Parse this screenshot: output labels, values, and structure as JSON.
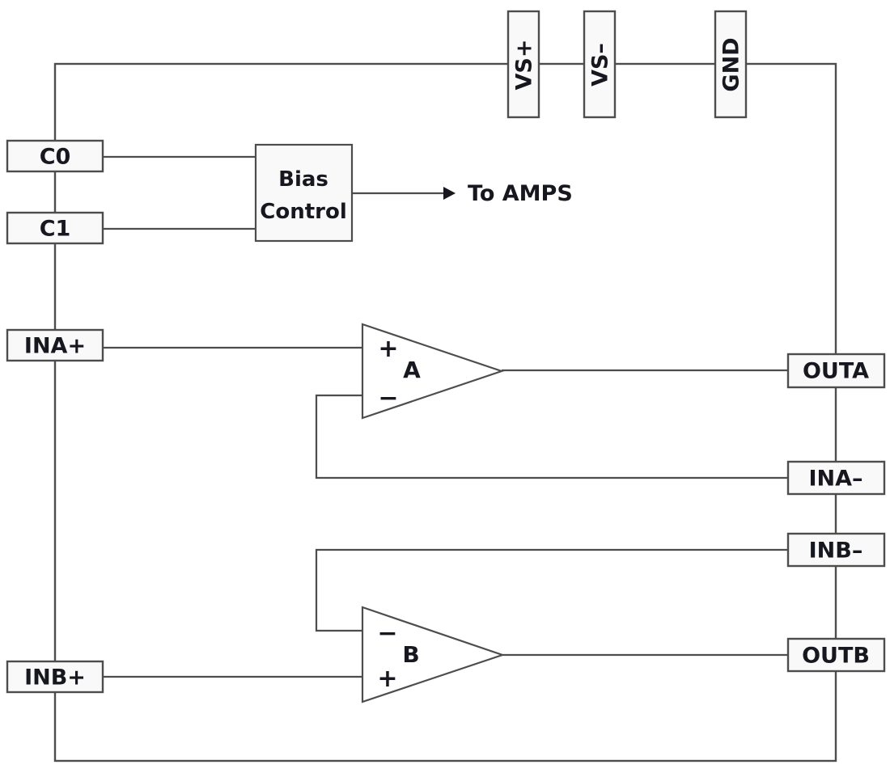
{
  "colors": {
    "line": "#4d4d4d",
    "text": "#17171f",
    "box_fill": "#f9f9f9",
    "background": "#ffffff"
  },
  "pins": {
    "top": [
      {
        "label": "VS+"
      },
      {
        "label": "VS–"
      },
      {
        "label": "GND"
      }
    ],
    "left": [
      {
        "label": "C0"
      },
      {
        "label": "C1"
      },
      {
        "label": "INA+"
      },
      {
        "label": "INB+"
      }
    ],
    "right": [
      {
        "label": "OUTA"
      },
      {
        "label": "INA–"
      },
      {
        "label": "INB–"
      },
      {
        "label": "OUTB"
      }
    ]
  },
  "blocks": {
    "bias_control": {
      "line1": "Bias",
      "line2": "Control"
    },
    "amp_a": {
      "name": "A",
      "noninverting_mark": "+",
      "inverting_mark": "−"
    },
    "amp_b": {
      "name": "B",
      "noninverting_mark": "+",
      "inverting_mark": "−"
    }
  },
  "annotations": {
    "bias_output": "To AMPS"
  }
}
